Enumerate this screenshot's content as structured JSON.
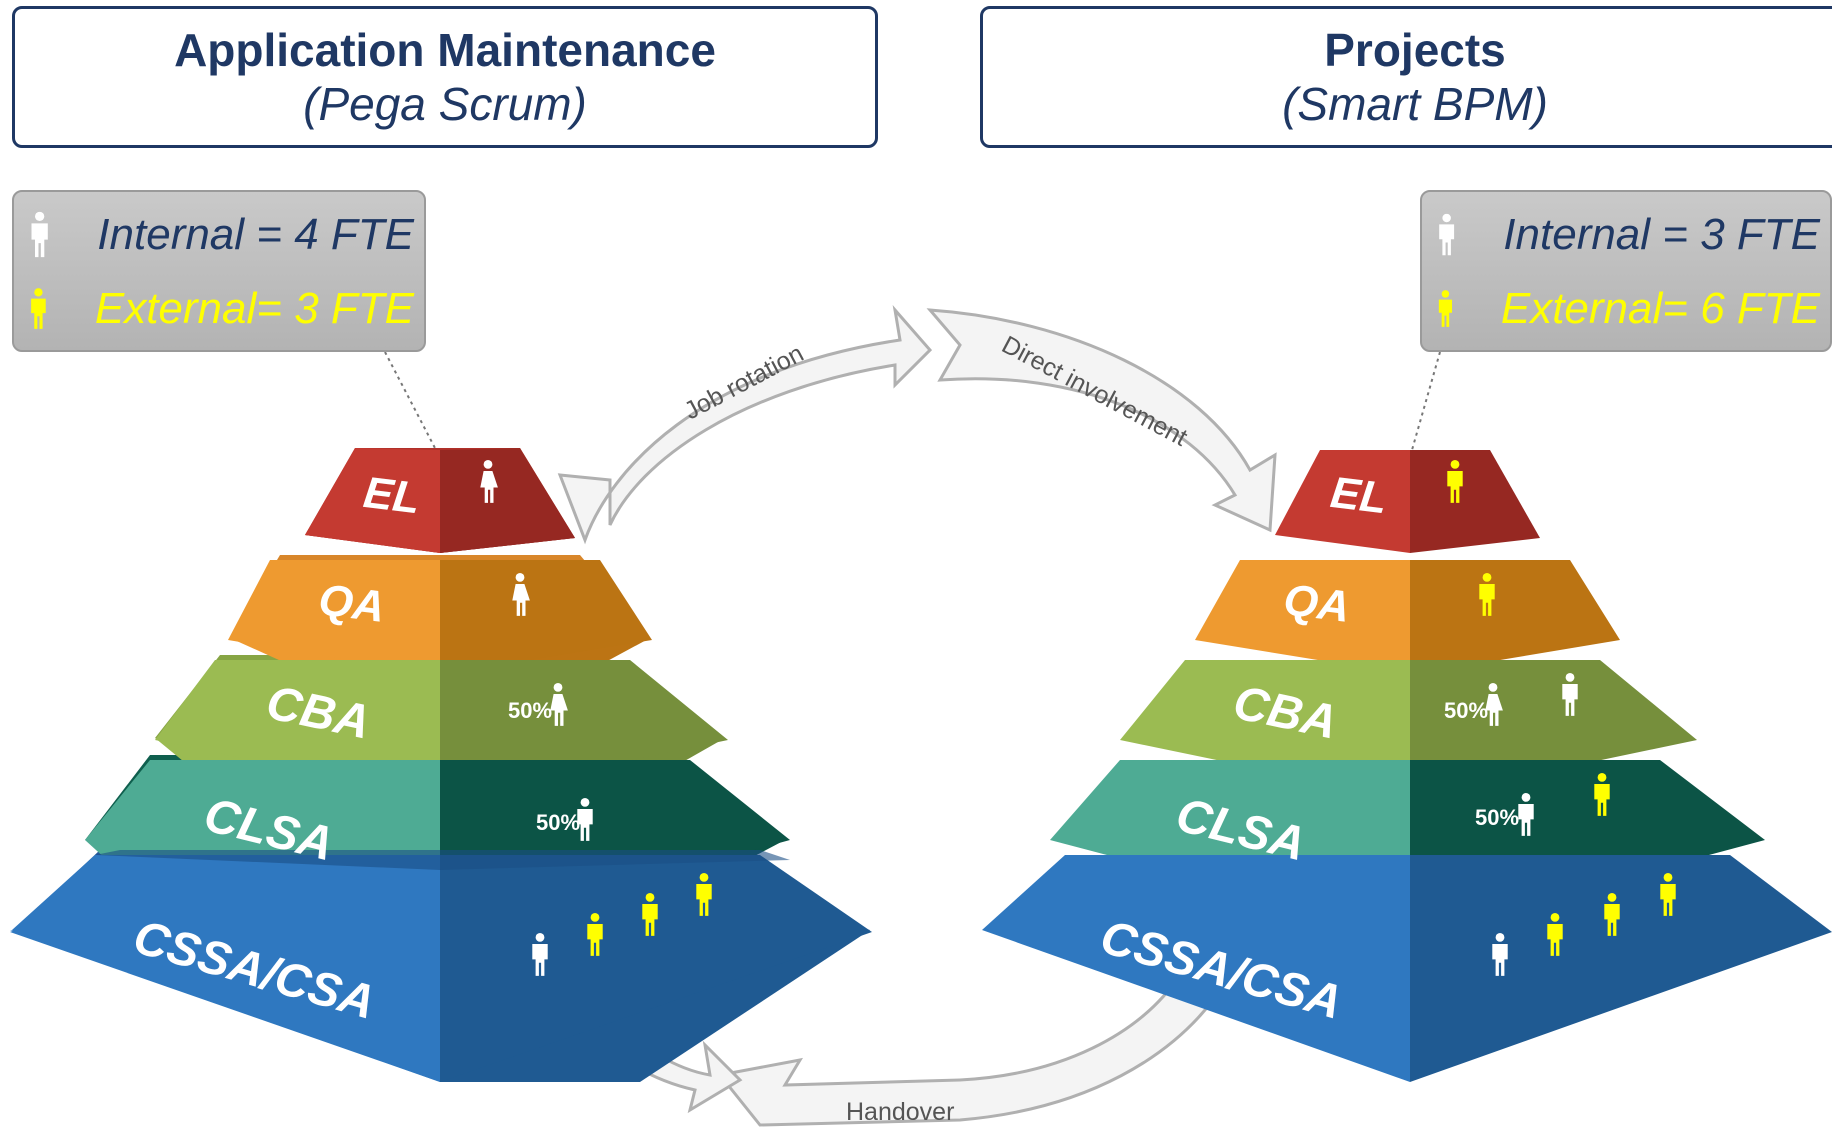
{
  "left": {
    "title": "Application Maintenance",
    "subtitle": "(Pega Scrum)",
    "internal": "Internal = 4 FTE",
    "external": "External= 3 FTE"
  },
  "right": {
    "title": "Projects",
    "subtitle": "(Smart BPM)",
    "internal": "Internal = 3 FTE",
    "external": "External= 6 FTE"
  },
  "levels": [
    "EL",
    "QA",
    "CBA",
    "CLSA",
    "CSSA/CSA"
  ],
  "flows": {
    "job_rotation": "Job rotation",
    "direct_involvement": "Direct involvement",
    "handover": "Handover"
  },
  "percent_label": "50%",
  "colors": {
    "title": "#1f3864",
    "internal_person": "#ffffff",
    "external_person": "#ffff00",
    "el": "#c0392b",
    "qa": "#ee9a30",
    "cba": "#9bbb52",
    "clsa": "#4aaa93",
    "cssa": "#2e75b6"
  }
}
